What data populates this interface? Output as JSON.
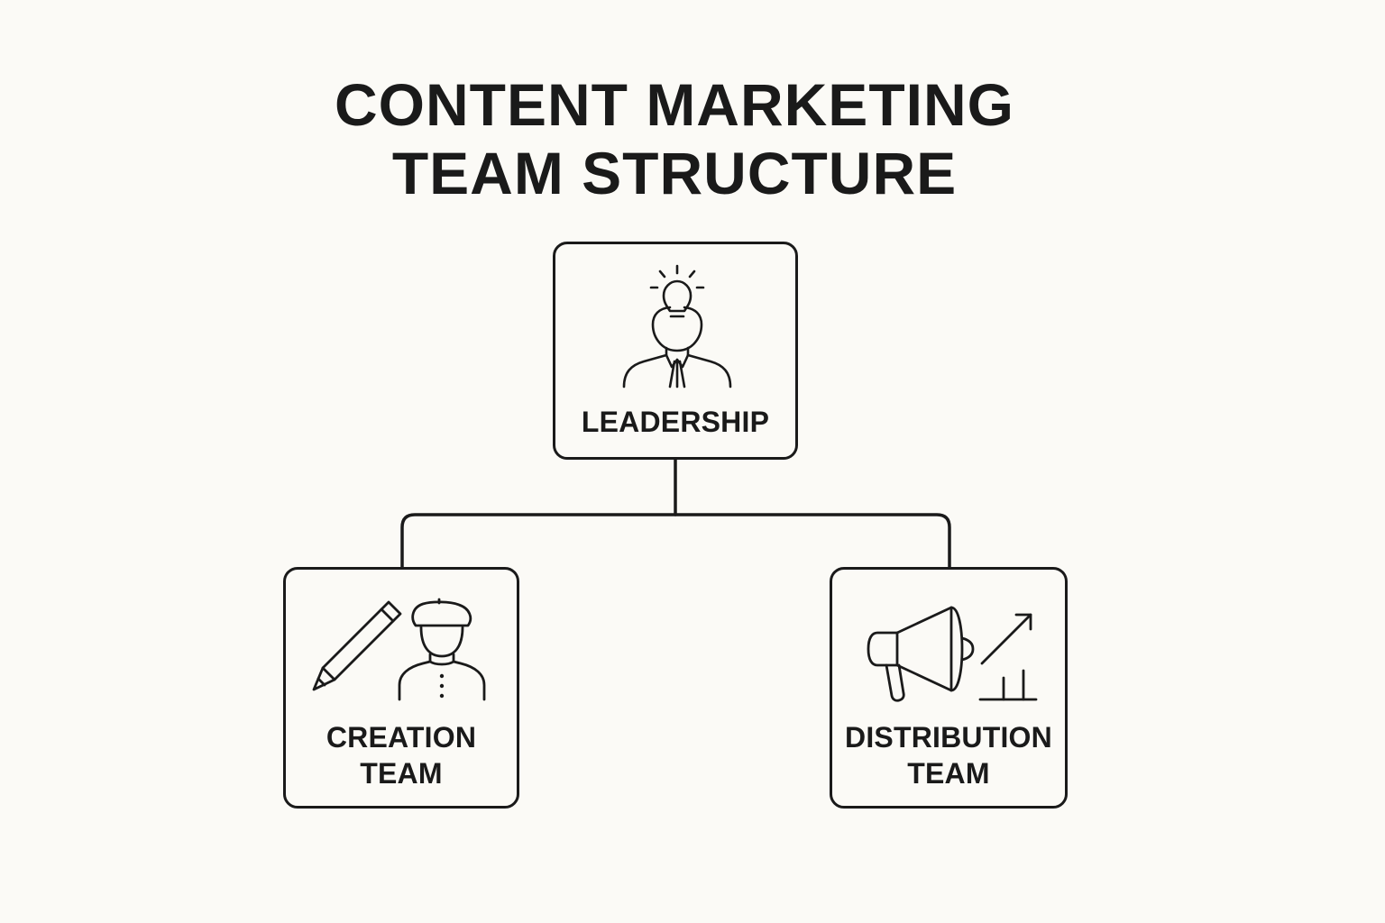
{
  "title": {
    "line1": "CONTENT MARKETING",
    "line2": "TEAM STRUCTURE"
  },
  "nodes": {
    "leadership": {
      "label": "LEADERSHIP",
      "icon": "leader-lightbulb-icon"
    },
    "creation": {
      "label_line1": "CREATION",
      "label_line2": "TEAM",
      "icons": [
        "pencil-icon",
        "creator-person-icon"
      ]
    },
    "distribution": {
      "label_line1": "DISTRIBUTION",
      "label_line2": "TEAM",
      "icons": [
        "megaphone-icon",
        "growth-chart-icon"
      ]
    }
  },
  "colors": {
    "background": "#fbfaf6",
    "stroke": "#1a1a1a"
  }
}
